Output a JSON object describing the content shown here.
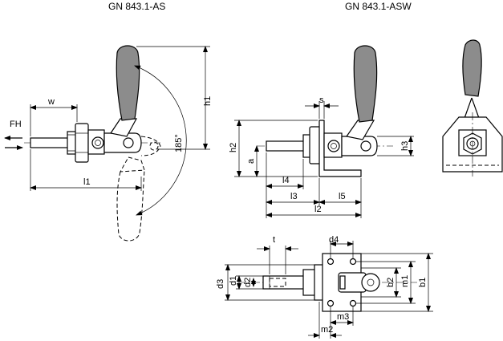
{
  "titles": {
    "left": "GN 843.1-AS",
    "right": "GN 843.1-ASW"
  },
  "labels": {
    "fh": "FH",
    "w": "w",
    "l1": "l1",
    "h1": "h1",
    "angle": "185°",
    "s": "s",
    "h2": "h2",
    "h3": "h3",
    "a": "a",
    "l2": "l2",
    "l3": "l3",
    "l4": "l4",
    "l5": "l5",
    "t": "t",
    "d1": "d1",
    "d2": "d2",
    "d3": "d3",
    "d4": "d4",
    "b1": "b1",
    "b2": "b2",
    "m1": "m1",
    "m2": "m2",
    "m3": "m3"
  }
}
